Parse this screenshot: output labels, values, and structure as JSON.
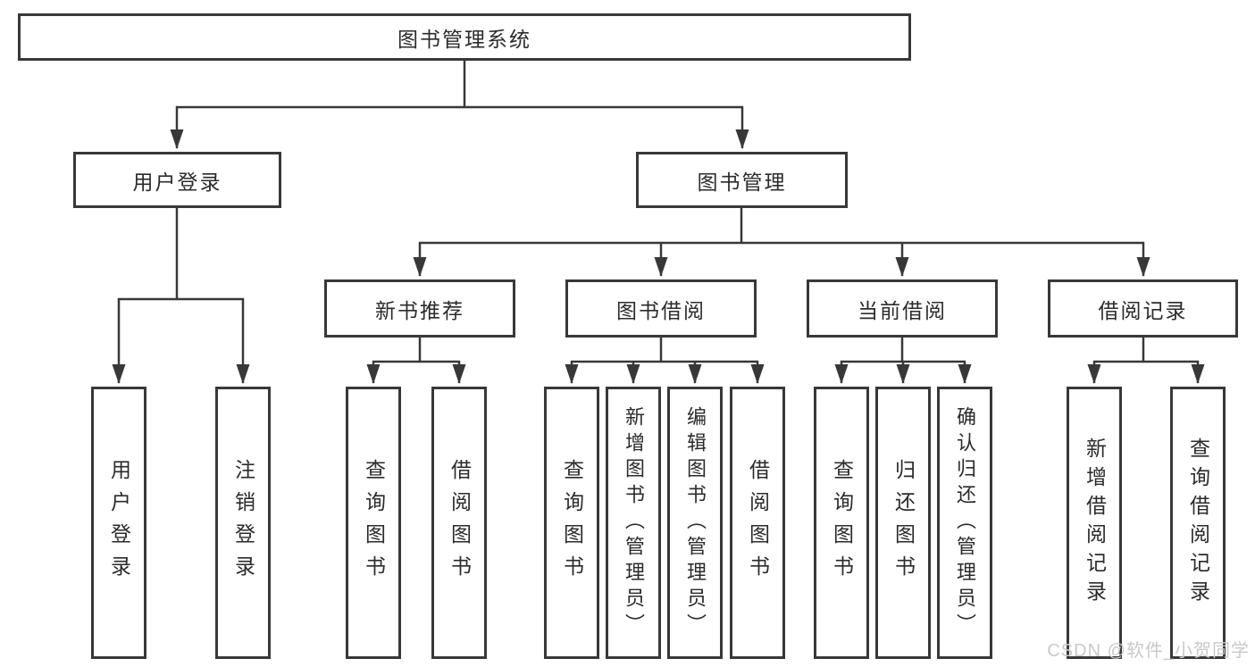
{
  "diagram": {
    "type": "hierarchy-tree",
    "title": "图书管理系统",
    "colors": {
      "line": "#383838",
      "box_border": "#383838",
      "box_fill": "#ffffff",
      "text": "#2b2b2b",
      "watermark_text": "#c9c9c9"
    }
  },
  "tree": {
    "root": {
      "label": "图书管理系统"
    },
    "branches": [
      {
        "label": "用户登录",
        "children": [
          {
            "label": "用户登录"
          },
          {
            "label": "注销登录"
          }
        ]
      },
      {
        "label": "图书管理",
        "children": [
          {
            "label": "新书推荐",
            "children": [
              {
                "label": "查询图书"
              },
              {
                "label": "借阅图书"
              }
            ]
          },
          {
            "label": "图书借阅",
            "children": [
              {
                "label": "查询图书"
              },
              {
                "label": "新增图书（管理员）"
              },
              {
                "label": "编辑图书（管理员）"
              },
              {
                "label": "借阅图书"
              }
            ]
          },
          {
            "label": "当前借阅",
            "children": [
              {
                "label": "查询图书"
              },
              {
                "label": "归还图书"
              },
              {
                "label": "确认归还（管理员）"
              }
            ]
          },
          {
            "label": "借阅记录",
            "children": [
              {
                "label": "新增借阅记录"
              },
              {
                "label": "查询借阅记录"
              }
            ]
          }
        ]
      }
    ]
  },
  "watermark": "CSDN @软件_小贺同学"
}
